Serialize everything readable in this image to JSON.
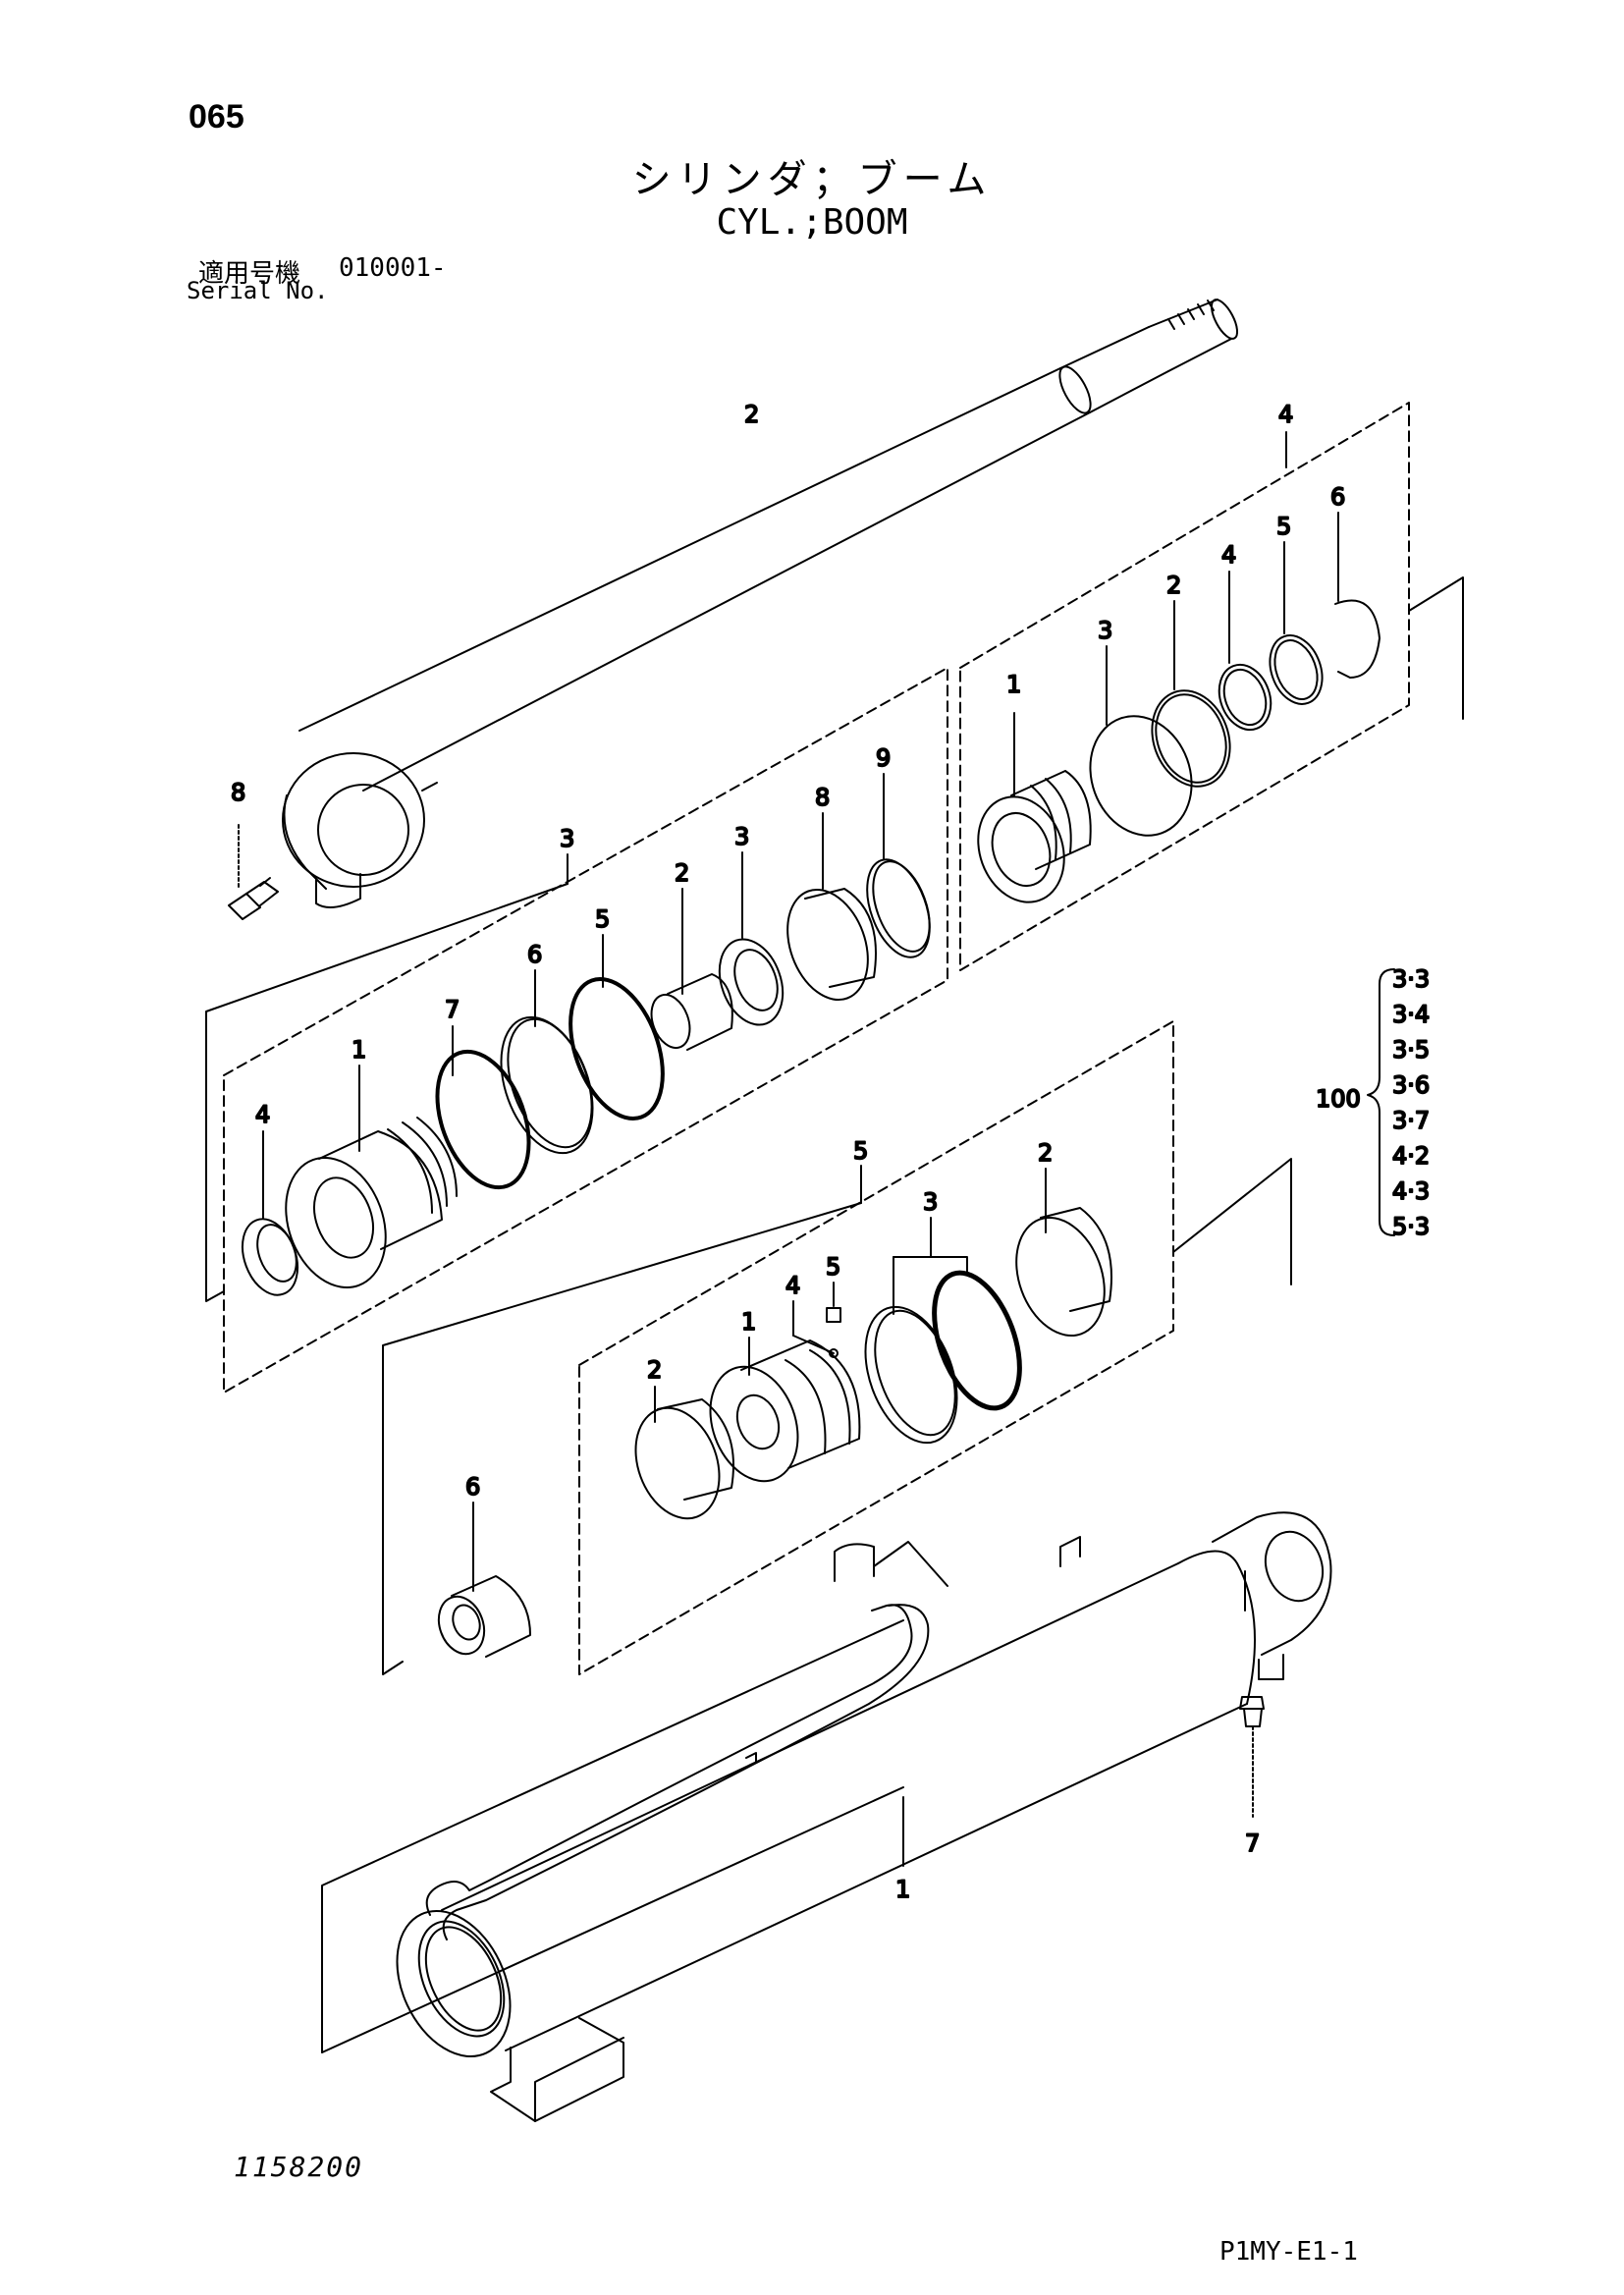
{
  "page_number": "065",
  "title_jp": "シリンダ；ブーム",
  "title_en": "CYL.;BOOM",
  "serial": {
    "label_jp": "適用号機",
    "value": "010001-",
    "label_en": "Serial No."
  },
  "callouts": {
    "rod": "2",
    "rod_kit": "4",
    "rod_kit_items": [
      "1",
      "3",
      "2",
      "4",
      "5",
      "6"
    ],
    "grease_fitting_top": "8",
    "head_kit": "3",
    "head_kit_items": [
      "4",
      "1",
      "7",
      "6",
      "5",
      "2",
      "3",
      "8",
      "9"
    ],
    "piston_kit": "5",
    "piston_kit_items": [
      "2",
      "1",
      "4",
      "5",
      "3",
      "2"
    ],
    "bushing": "6",
    "grease_fitting_bottom": "7",
    "cylinder_tube": "1"
  },
  "kit_100": {
    "label": "100",
    "items": [
      "3·3",
      "3·4",
      "3·5",
      "3·6",
      "3·7",
      "4·2",
      "4·3",
      "5·3"
    ]
  },
  "drawing_number": "1158200",
  "page_code": "P1MY-E1-1"
}
